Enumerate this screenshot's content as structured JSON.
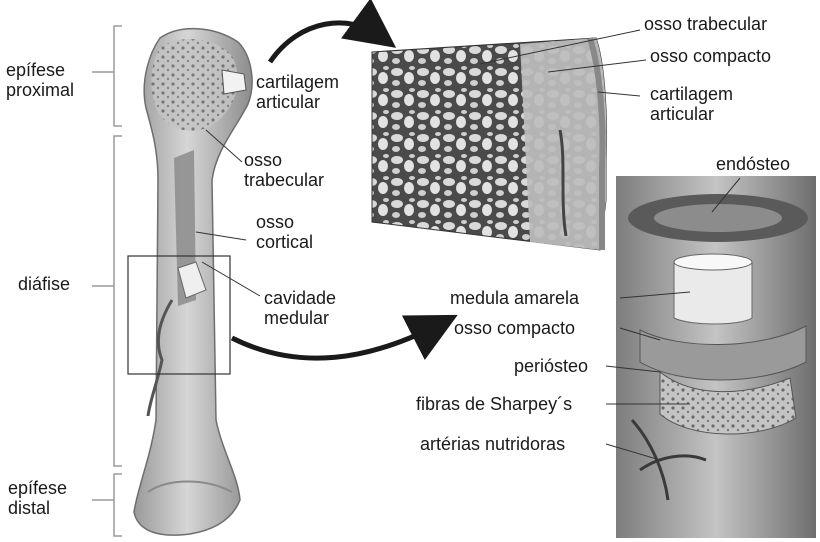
{
  "labels": {
    "epifise_proximal": [
      "epífese",
      "proximal"
    ],
    "diafise": "diáfise",
    "epifise_distal": [
      "epífese",
      "distal"
    ],
    "cartilagem_articular_left": [
      "cartilagem",
      "articular"
    ],
    "osso_trabecular_left": [
      "osso",
      "trabecular"
    ],
    "osso_cortical": [
      "osso",
      "cortical"
    ],
    "cavidade_medular": [
      "cavidade",
      "medular"
    ],
    "osso_trabecular_right": "osso trabecular",
    "osso_compacto_top": "osso compacto",
    "cartilagem_articular_right": [
      "cartilagem",
      "articular"
    ],
    "endosteo": "endósteo",
    "medula_amarela": "medula amarela",
    "osso_compacto_mid": "osso compacto",
    "periosteo": "periósteo",
    "fibras_sharpey": "fibras de Sharpey´s",
    "arterias_nutridoras": "artérias nutridoras"
  },
  "colors": {
    "bone_fill": "#c9c9c9",
    "bone_dark": "#7a7a7a",
    "bone_cavity": "#8f8f8f",
    "trabecular_bg": "#4a4a4a",
    "trabecular_light": "#d9d9d9",
    "cylinder_panel": "#b0b0b0",
    "text": "#1a1a1a",
    "arrow": "#1a1a1a"
  }
}
